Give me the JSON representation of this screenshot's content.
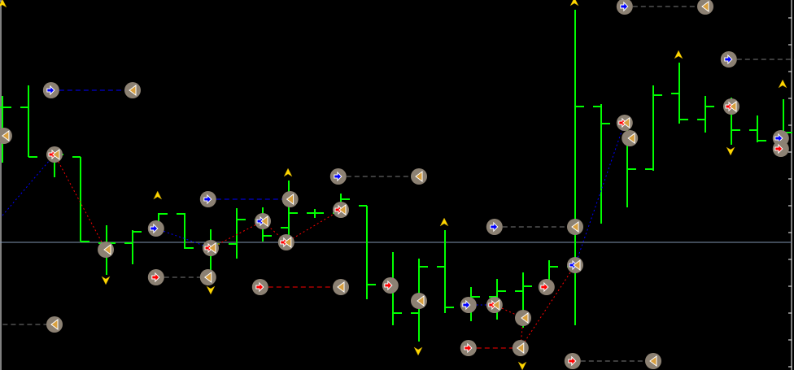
{
  "chart_data": {
    "type": "ohlc",
    "title": "",
    "xlabel": "",
    "ylabel": "",
    "ylim": [
      100.0,
      145.5
    ],
    "grid": false,
    "price_line": 115.7,
    "colors": {
      "bar": "#00ff00",
      "price_line": "#7f93b0",
      "buy": "#0000ff",
      "sell": "#ff0000",
      "close": "#d8a040",
      "marker_bg": "#8c8173",
      "arrow": "#ffd700",
      "trade_line_gray": "#7a7a7a",
      "axis": "#ffffff"
    },
    "bars": [
      [
        133.7,
        125.5,
        132.3,
        132.3
      ],
      [
        135.0,
        126.2,
        132.3,
        126.2
      ],
      [
        127.0,
        123.7,
        126.5,
        126.5
      ],
      [
        126.2,
        115.8,
        126.2,
        115.8
      ],
      [
        117.8,
        111.7,
        115.6,
        115.6
      ],
      [
        117.2,
        113.0,
        115.6,
        117.0
      ],
      [
        119.3,
        116.5,
        117.0,
        119.2
      ],
      [
        119.3,
        114.9,
        119.2,
        115.0
      ],
      [
        117.3,
        111.3,
        115.2,
        115.5
      ],
      [
        119.9,
        113.7,
        115.5,
        118.5
      ],
      [
        120.0,
        115.8,
        118.5,
        116.5
      ],
      [
        123.3,
        115.7,
        117.5,
        119.3
      ],
      [
        119.8,
        118.7,
        119.3,
        119.3
      ],
      [
        121.7,
        119.0,
        119.3,
        121.0
      ],
      [
        120.2,
        108.7,
        120.2,
        110.5
      ],
      [
        114.5,
        105.5,
        110.5,
        107.0
      ],
      [
        113.7,
        103.5,
        107.0,
        112.7
      ],
      [
        117.2,
        107.0,
        112.7,
        107.7
      ],
      [
        110.2,
        106.0,
        107.7,
        109.0
      ],
      [
        111.2,
        106.2,
        109.0,
        109.7
      ],
      [
        112.0,
        105.2,
        109.7,
        110.3
      ],
      [
        113.5,
        109.8,
        110.3,
        112.7
      ],
      [
        144.3,
        105.5,
        112.7,
        132.4
      ],
      [
        132.7,
        118.0,
        132.4,
        130.3
      ],
      [
        130.7,
        120.0,
        130.3,
        124.7
      ],
      [
        135.0,
        124.5,
        124.7,
        133.8
      ],
      [
        137.8,
        130.3,
        134.0,
        130.8
      ],
      [
        133.7,
        129.2,
        130.8,
        132.4
      ],
      [
        133.5,
        127.7,
        132.4,
        129.5
      ],
      [
        131.3,
        128.0,
        129.5,
        128.2
      ],
      [
        133.3,
        128.0,
        128.2,
        129.2
      ]
    ],
    "trades": [
      {
        "side": "buy",
        "from": [
          1.87,
          134.4
        ],
        "to": [
          5.0,
          134.4
        ],
        "line": "buy"
      },
      {
        "side": "buy",
        "from": [
          23.9,
          144.7
        ],
        "to": [
          27.0,
          144.7
        ],
        "line": "gray"
      },
      {
        "side": "buy",
        "from": [
          27.9,
          138.2
        ],
        "to": [
          30.6,
          138.2
        ],
        "line": "gray",
        "open_end": true
      },
      {
        "side": "buy",
        "from": [
          12.9,
          123.8
        ],
        "to": [
          16.0,
          123.8
        ],
        "line": "gray"
      },
      {
        "side": "buy",
        "from": [
          7.9,
          121.0
        ],
        "to": [
          11.05,
          121.0
        ],
        "line": "buy"
      },
      {
        "side": "buy",
        "from": [
          18.9,
          117.6
        ],
        "to": [
          22.0,
          117.6
        ],
        "line": "gray"
      },
      {
        "side": "sell",
        "from": [
          5.9,
          111.4
        ],
        "to": [
          7.9,
          111.4
        ],
        "line": "gray"
      },
      {
        "side": "sell",
        "from": [
          9.9,
          110.2
        ],
        "to": [
          13.0,
          110.2
        ],
        "line": "sell"
      },
      {
        "side": "sell",
        "from": [
          17.9,
          102.7
        ],
        "to": [
          19.9,
          102.7
        ],
        "line": "sell"
      },
      {
        "side": "sell",
        "from": [
          21.9,
          101.1
        ],
        "to": [
          25.0,
          101.1
        ],
        "line": "gray"
      },
      {
        "side": "sell",
        "from": [
          -0.3,
          105.6
        ],
        "to": [
          2.0,
          105.6
        ],
        "line": "gray",
        "open_start": true
      }
    ],
    "markers": [
      [
        0.06,
        128.8,
        "close"
      ],
      [
        2.0,
        126.5,
        "sell-close"
      ],
      [
        3.97,
        114.8,
        "close"
      ],
      [
        5.9,
        117.4,
        "buy"
      ],
      [
        8.0,
        115.0,
        "sell-close"
      ],
      [
        10.0,
        118.3,
        "buy-close"
      ],
      [
        10.9,
        115.7,
        "sell-close"
      ],
      [
        13.0,
        119.7,
        "sell-close"
      ],
      [
        14.9,
        110.4,
        "sell"
      ],
      [
        16.0,
        108.5,
        "close"
      ],
      [
        17.9,
        108.0,
        "buy"
      ],
      [
        18.9,
        108.0,
        "sell-close"
      ],
      [
        20.0,
        106.4,
        "close"
      ],
      [
        20.9,
        110.2,
        "sell"
      ],
      [
        22.0,
        112.9,
        "buy-close"
      ],
      [
        23.9,
        130.4,
        "sell-close"
      ],
      [
        24.1,
        128.5,
        "close"
      ],
      [
        28.0,
        132.4,
        "sell-close"
      ],
      [
        29.9,
        128.5,
        "buy"
      ],
      [
        29.9,
        127.2,
        "sell"
      ]
    ],
    "zigzags": [
      {
        "color": "buy",
        "points": [
          [
            0.0,
            119.0
          ],
          [
            2.0,
            126.5
          ]
        ]
      },
      {
        "color": "sell",
        "points": [
          [
            2.0,
            126.5
          ],
          [
            3.97,
            114.8
          ]
        ]
      },
      {
        "color": "buy",
        "points": [
          [
            5.9,
            117.4
          ],
          [
            8.0,
            115.0
          ]
        ]
      },
      {
        "color": "sell",
        "points": [
          [
            8.0,
            115.0
          ],
          [
            10.0,
            118.3
          ],
          [
            10.9,
            115.7
          ],
          [
            13.0,
            119.7
          ]
        ]
      },
      {
        "color": "buy",
        "points": [
          [
            17.9,
            108.0
          ],
          [
            18.9,
            108.0
          ]
        ]
      },
      {
        "color": "sell",
        "points": [
          [
            18.9,
            108.0
          ],
          [
            20.0,
            106.4
          ],
          [
            19.9,
            102.7
          ],
          [
            22.0,
            112.9
          ]
        ]
      },
      {
        "color": "buy",
        "points": [
          [
            22.0,
            112.9
          ],
          [
            23.9,
            130.4
          ]
        ]
      },
      {
        "color": "sell",
        "points": [
          [
            23.9,
            130.4
          ],
          [
            24.1,
            128.5
          ]
        ]
      }
    ],
    "arrows_up": [
      [
        0.0,
        145.1
      ],
      [
        5.96,
        121.5
      ],
      [
        10.97,
        124.3
      ],
      [
        16.97,
        118.2
      ],
      [
        21.97,
        145.3
      ],
      [
        25.97,
        138.8
      ],
      [
        29.97,
        135.2
      ]
    ],
    "arrows_down": [
      [
        3.97,
        111.0
      ],
      [
        8.0,
        109.8
      ],
      [
        15.97,
        102.3
      ],
      [
        19.97,
        100.5
      ],
      [
        27.97,
        126.9
      ]
    ]
  }
}
